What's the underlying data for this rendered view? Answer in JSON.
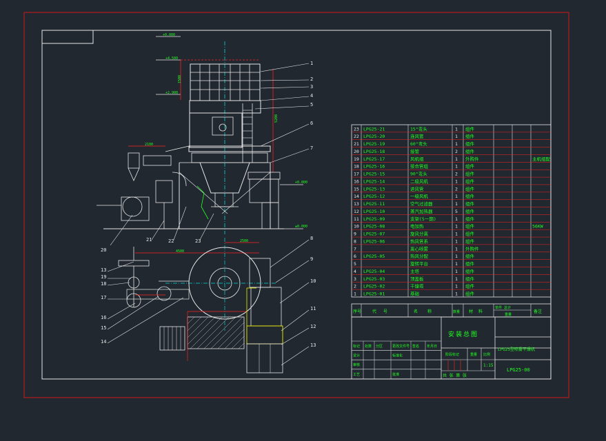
{
  "colors": {
    "background": "#212830",
    "frame": "#e8e8e8",
    "outer_border": "#d01818",
    "red_line": "#ff2020",
    "green_text": "#22ff22",
    "cyan_axis": "#00d8d8",
    "yellow": "#f0f000",
    "magenta": "#ff40ff"
  },
  "parts_list": {
    "rows": [
      {
        "no": "23",
        "code": "LPG25-21",
        "name": "15°弯头",
        "qty": "1",
        "material": "组件",
        "note": ""
      },
      {
        "no": "22",
        "code": "LPG25-20",
        "name": "连风管",
        "qty": "1",
        "material": "组件",
        "note": ""
      },
      {
        "no": "21",
        "code": "LPG25-19",
        "name": "60°弯头",
        "qty": "1",
        "material": "组件",
        "note": ""
      },
      {
        "no": "20",
        "code": "LPG25-18",
        "name": "接管",
        "qty": "2",
        "material": "组件",
        "note": ""
      },
      {
        "no": "19",
        "code": "LPG25-17",
        "name": "风机组",
        "qty": "1",
        "material": "外购件",
        "note": "主机组配"
      },
      {
        "no": "18",
        "code": "LPG25-16",
        "name": "接合管组",
        "qty": "1",
        "material": "组件",
        "note": ""
      },
      {
        "no": "17",
        "code": "LPG25-15",
        "name": "90°弯头",
        "qty": "2",
        "material": "组件",
        "note": ""
      },
      {
        "no": "16",
        "code": "LPG25-14",
        "name": "二级风机",
        "qty": "1",
        "material": "组件",
        "note": ""
      },
      {
        "no": "15",
        "code": "LPG25-13",
        "name": "进风管",
        "qty": "2",
        "material": "组件",
        "note": ""
      },
      {
        "no": "14",
        "code": "LPG25-12",
        "name": "一级风机",
        "qty": "1",
        "material": "组件",
        "note": ""
      },
      {
        "no": "13",
        "code": "LPG25-11",
        "name": "空气过滤器",
        "qty": "1",
        "material": "组件",
        "note": ""
      },
      {
        "no": "12",
        "code": "LPG25-10",
        "name": "蒸汽加热器",
        "qty": "5",
        "material": "组件",
        "note": ""
      },
      {
        "no": "11",
        "code": "LPG25-09",
        "name": "支架(5一期)",
        "qty": "1",
        "material": "组件",
        "note": ""
      },
      {
        "no": "10",
        "code": "LPG25-08",
        "name": "电加热",
        "qty": "1",
        "material": "组件",
        "note": "56KW"
      },
      {
        "no": "9",
        "code": "LPG25-07",
        "name": "旋风分离",
        "qty": "1",
        "material": "组件",
        "note": ""
      },
      {
        "no": "8",
        "code": "LPG25-06",
        "name": "热风管系",
        "qty": "1",
        "material": "组件",
        "note": ""
      },
      {
        "no": "7",
        "code": "",
        "name": "离心喷雾",
        "qty": "1",
        "material": "外购件",
        "note": ""
      },
      {
        "no": "6",
        "code": "LPG25-05",
        "name": "热风分配",
        "qty": "1",
        "material": "组件",
        "note": ""
      },
      {
        "no": "5",
        "code": "",
        "name": "旋转平台",
        "qty": "1",
        "material": "组件",
        "note": ""
      },
      {
        "no": "4",
        "code": "LPG25-04",
        "name": "主塔",
        "qty": "1",
        "material": "组件",
        "note": ""
      },
      {
        "no": "3",
        "code": "LPG25-03",
        "name": "顶盖板",
        "qty": "1",
        "material": "组件",
        "note": ""
      },
      {
        "no": "2",
        "code": "LPG25-02",
        "name": "干燥塔",
        "qty": "1",
        "material": "组件",
        "note": ""
      },
      {
        "no": "1",
        "code": "LPG25-01",
        "name": "基础",
        "qty": "1",
        "material": "组件",
        "note": ""
      }
    ],
    "header": {
      "no": "序号",
      "code": "代号",
      "name": "名称",
      "qty": "数量",
      "material": "材料",
      "weight": "单件 总计",
      "weight_sub": "重量",
      "note": "备注"
    }
  },
  "title_block": {
    "drawing_title": "安装总图",
    "product_name": "LPG25型喷雾干燥机",
    "drawing_number": "LPG25-00",
    "scale_label": "比例",
    "scale_value": "1:15",
    "weight_label": "重量",
    "stage_label": "阶段标记",
    "sheet_text": "共 张 第 张",
    "rows": [
      {
        "a": "标记",
        "b": "处数",
        "c": "分区",
        "d": "更改文件号",
        "e": "签名",
        "f": "年月日"
      },
      {
        "a": "设计",
        "b": "",
        "c": "",
        "d": "标准化",
        "e": "",
        "f": ""
      },
      {
        "a": "审核",
        "b": "",
        "c": "",
        "d": "",
        "e": "",
        "f": ""
      },
      {
        "a": "工艺",
        "b": "",
        "c": "",
        "d": "批准",
        "e": "",
        "f": ""
      }
    ]
  },
  "callouts_right": [
    "1",
    "2",
    "3",
    "4",
    "5",
    "6",
    "7"
  ],
  "callouts_bottom": [
    "20",
    "21",
    "22",
    "23"
  ],
  "callouts_plan_left": [
    "13",
    "18",
    "19",
    "17",
    "16",
    "15",
    "14"
  ],
  "callouts_plan_right": [
    "8",
    "9",
    "10",
    "11",
    "12",
    "13"
  ],
  "dimensions": {
    "top_elev": "+0.000",
    "elev_1": "+4.500",
    "elev_2": "+2.900",
    "elev_3": "+0.800",
    "elev_4": "±0.000",
    "width_1": "2100",
    "width_2": "4500",
    "width_3": "2500",
    "height_1": "1500",
    "height_2": "5200"
  }
}
